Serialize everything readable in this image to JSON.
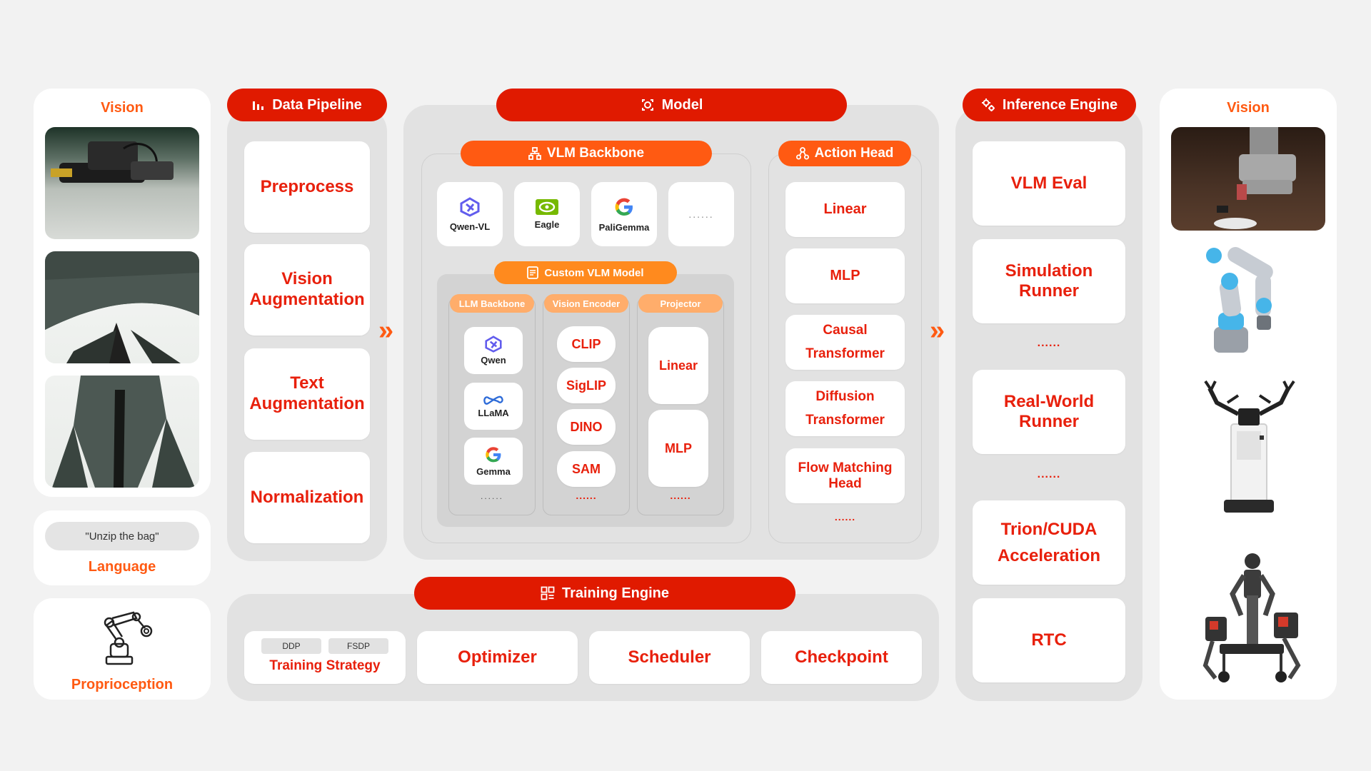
{
  "left": {
    "vision_title": "Vision",
    "language_prompt": "\"Unzip the bag\"",
    "language_label": "Language",
    "proprio_label": "Proprioception"
  },
  "pipeline": {
    "title": "Data Pipeline",
    "items": [
      "Preprocess",
      "Vision\nAugmentation",
      "Text\nAugmentation",
      "Normalization"
    ]
  },
  "model": {
    "title": "Model",
    "vlm_backbone": "VLM Backbone",
    "logos": [
      "Qwen-VL",
      "Eagle",
      "PaliGemma",
      "......"
    ],
    "custom_title": "Custom VLM Model",
    "llm_backbone": {
      "title": "LLM Backbone",
      "items": [
        "Qwen",
        "LLaMA",
        "Gemma"
      ],
      "more": "......"
    },
    "vision_encoder": {
      "title": "Vision Encoder",
      "items": [
        "CLIP",
        "SigLIP",
        "DINO",
        "SAM"
      ],
      "more": "......"
    },
    "projector": {
      "title": "Projector",
      "items": [
        "Linear",
        "MLP"
      ],
      "more": "......"
    },
    "action_head": {
      "title": "Action Head",
      "items": [
        "Linear",
        "MLP",
        "Causal\nTransformer",
        "Diffusion\nTransformer",
        "Flow Matching\nHead"
      ],
      "more": "......"
    }
  },
  "training": {
    "title": "Training Engine",
    "strategy_tags": [
      "DDP",
      "FSDP"
    ],
    "strategy_label": "Training Strategy",
    "items": [
      "Optimizer",
      "Scheduler",
      "Checkpoint"
    ]
  },
  "inference": {
    "title": "Inference Engine",
    "items": [
      "VLM Eval",
      "Simulation\nRunner",
      "Real-World\nRunner",
      "Trion/CUDA\nAcceleration",
      "RTC"
    ],
    "more1": "......",
    "more2": "......"
  },
  "right": {
    "vision_title": "Vision"
  },
  "colors": {
    "red": "#e01a00",
    "orange": "#ff5a12",
    "light_orange": "#ffad6b",
    "panel": "#e2e2e2"
  }
}
